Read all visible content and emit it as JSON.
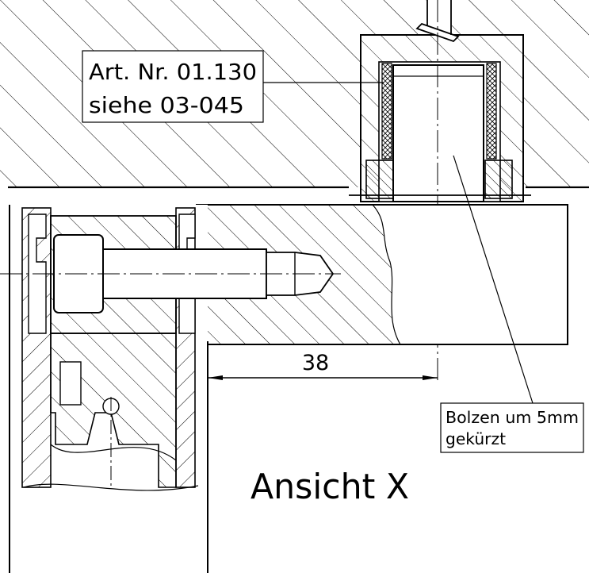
{
  "drawing": {
    "callout_part": {
      "line1": "Art. Nr. 01.130",
      "line2": "siehe 03-045"
    },
    "callout_bolt": {
      "line1": "Bolzen um 5mm",
      "line2": "gekürzt"
    },
    "dimension": {
      "value": "38"
    },
    "view_label": "Ansicht X"
  },
  "colors": {
    "line": "#000000",
    "background": "#ffffff"
  }
}
